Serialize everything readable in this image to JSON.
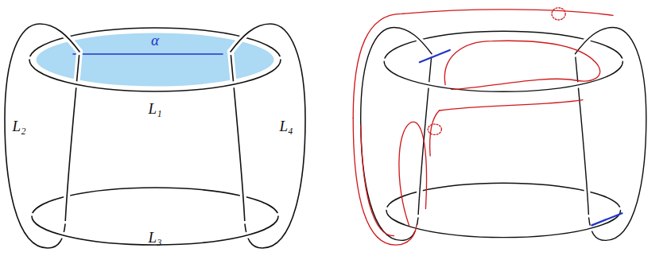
{
  "diagram": {
    "labels": [
      "α",
      "L₁",
      "L₂",
      "L₄",
      "L₃"
    ]
  }
}
